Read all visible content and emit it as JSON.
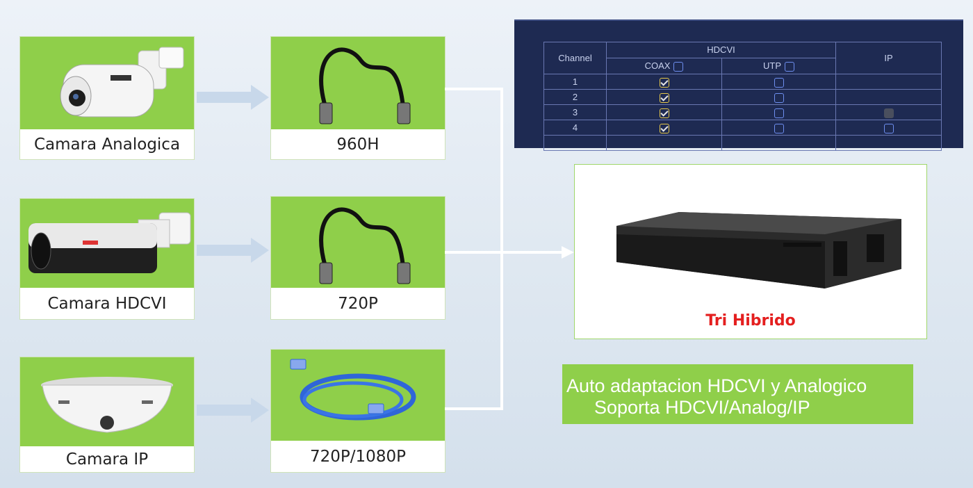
{
  "cameras": [
    {
      "label": "Camara Analogica",
      "icon": "bullet-camera-icon"
    },
    {
      "label": "Camara HDCVI",
      "icon": "hdcvi-camera-icon"
    },
    {
      "label": "Camara IP",
      "icon": "fisheye-camera-icon"
    }
  ],
  "cables": [
    {
      "label": "960H",
      "icon": "coax-cable-icon"
    },
    {
      "label": "720P",
      "icon": "coax-cable-icon"
    },
    {
      "label": "720P/1080P",
      "icon": "ethernet-cable-icon"
    }
  ],
  "channel_table": {
    "header": {
      "channel": "Channel",
      "hdcvi": "HDCVI",
      "coax": "COAX",
      "utp": "UTP",
      "ip": "IP"
    },
    "rows": [
      {
        "channel": "1",
        "coax": "checked",
        "utp": "unchecked",
        "ip": "none"
      },
      {
        "channel": "2",
        "coax": "checked",
        "utp": "unchecked",
        "ip": "none"
      },
      {
        "channel": "3",
        "coax": "checked",
        "utp": "unchecked",
        "ip": "disabled"
      },
      {
        "channel": "4",
        "coax": "checked",
        "utp": "unchecked",
        "ip": "unchecked"
      }
    ]
  },
  "dvr": {
    "label": "Tri Hibrido",
    "icon": "dvr-recorder-icon"
  },
  "features": {
    "line1": "Auto adaptacion HDCVI y Analogico",
    "line2": "Soporta HDCVI/Analog/IP"
  },
  "colors": {
    "card_green": "#8fcf4a",
    "panel_navy": "#1e2a52",
    "label_red": "#e41f1f",
    "arrow_blue": "#c8d8ea"
  }
}
